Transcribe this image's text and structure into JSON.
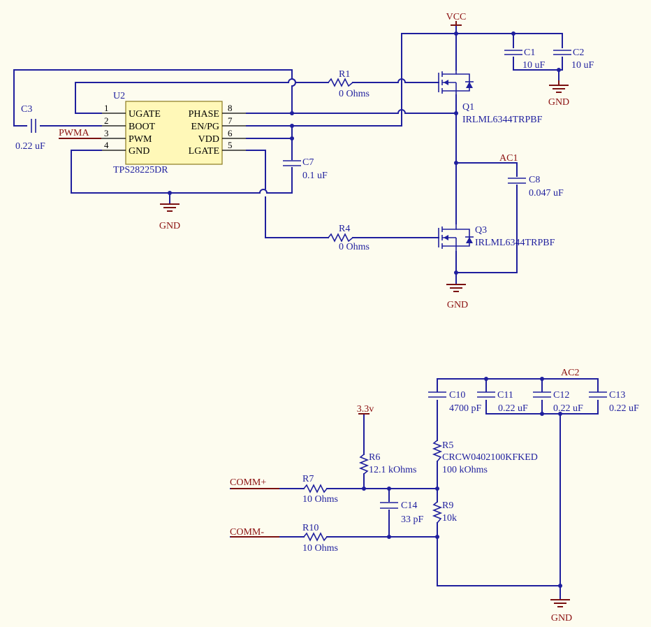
{
  "u2": {
    "designator": "U2",
    "part": "TPS28225DR",
    "pins": [
      {
        "num": "1",
        "name": "UGATE"
      },
      {
        "num": "2",
        "name": "BOOT"
      },
      {
        "num": "3",
        "name": "PWM"
      },
      {
        "num": "4",
        "name": "GND"
      },
      {
        "num": "8",
        "name": "PHASE"
      },
      {
        "num": "7",
        "name": "EN/PG"
      },
      {
        "num": "6",
        "name": "VDD"
      },
      {
        "num": "5",
        "name": "LGATE"
      }
    ]
  },
  "nets": {
    "vcc": "VCC",
    "gnd1": "GND",
    "gnd2": "GND",
    "gnd3": "GND",
    "gnd4": "GND",
    "ac1": "AC1",
    "ac2": "AC2",
    "pwma": "PWMA",
    "v33": "3.3v",
    "comm_p": "COMM+",
    "comm_n": "COMM-"
  },
  "components": {
    "c1": {
      "ref": "C1",
      "val": "10 uF"
    },
    "c2": {
      "ref": "C2",
      "val": "10 uF"
    },
    "c3": {
      "ref": "C3",
      "val": "0.22 uF"
    },
    "c7": {
      "ref": "C7",
      "val": "0.1 uF"
    },
    "c8": {
      "ref": "C8",
      "val": "0.047 uF"
    },
    "r1": {
      "ref": "R1",
      "val": "0 Ohms"
    },
    "r4": {
      "ref": "R4",
      "val": "0 Ohms"
    },
    "q1": {
      "ref": "Q1",
      "val": "IRLML6344TRPBF"
    },
    "q3": {
      "ref": "Q3",
      "val": "IRLML6344TRPBF"
    },
    "c10": {
      "ref": "C10",
      "val": "4700 pF"
    },
    "c11": {
      "ref": "C11",
      "val": "0.22 uF"
    },
    "c12": {
      "ref": "C12",
      "val": "0.22 uF"
    },
    "c13": {
      "ref": "C13",
      "val": "0.22 uF"
    },
    "r5": {
      "ref": "R5",
      "part": "CRCW0402100KFKED",
      "val": "100 kOhms"
    },
    "r6": {
      "ref": "R6",
      "val": "12.1 kOhms"
    },
    "r7": {
      "ref": "R7",
      "val": "10 Ohms"
    },
    "r9": {
      "ref": "R9",
      "val": "10k"
    },
    "r10": {
      "ref": "R10",
      "val": "10 Ohms"
    },
    "c14": {
      "ref": "C14",
      "val": "33 pF"
    }
  }
}
